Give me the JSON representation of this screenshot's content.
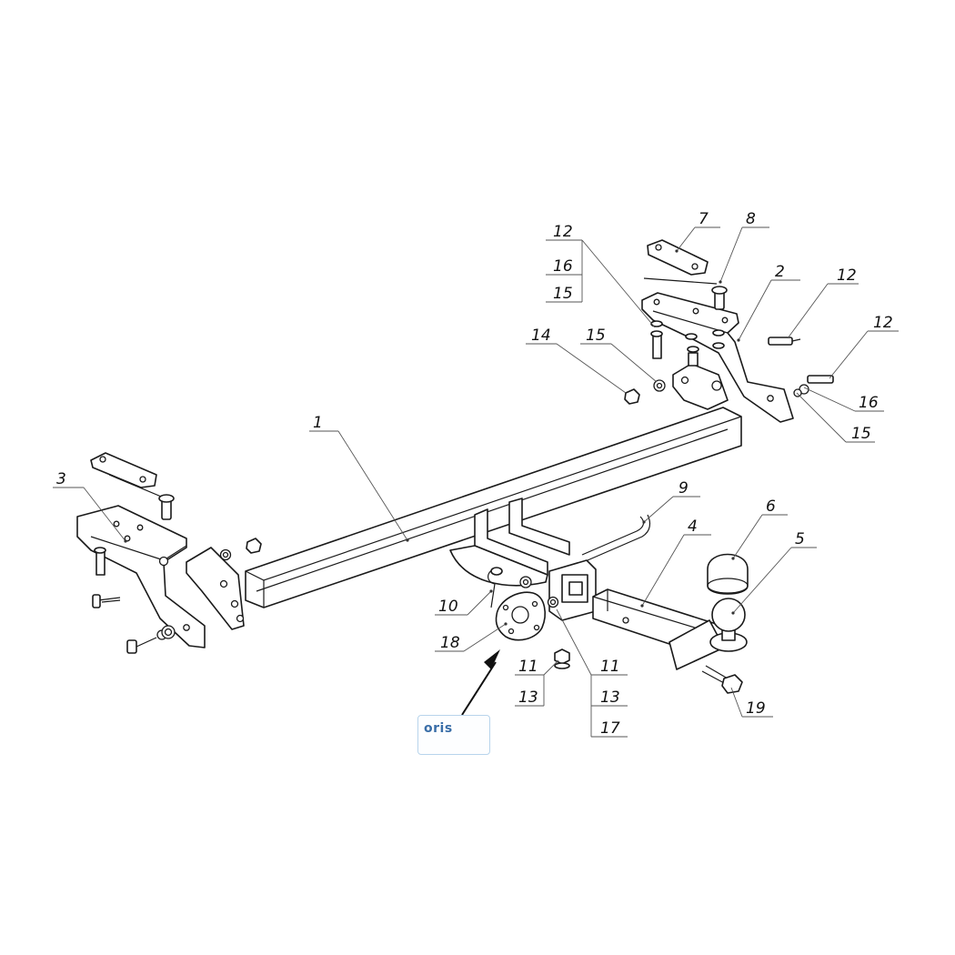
{
  "callouts": [
    {
      "id": "1",
      "text": "1"
    },
    {
      "id": "2",
      "text": "2"
    },
    {
      "id": "3",
      "text": "3"
    },
    {
      "id": "4",
      "text": "4"
    },
    {
      "id": "5",
      "text": "5"
    },
    {
      "id": "6",
      "text": "6"
    },
    {
      "id": "7",
      "text": "7"
    },
    {
      "id": "8",
      "text": "8"
    },
    {
      "id": "9",
      "text": "9"
    },
    {
      "id": "10",
      "text": "10"
    },
    {
      "id": "11a",
      "text": "11"
    },
    {
      "id": "11b",
      "text": "11"
    },
    {
      "id": "12a",
      "text": "12"
    },
    {
      "id": "12b",
      "text": "12"
    },
    {
      "id": "12c",
      "text": "12"
    },
    {
      "id": "13a",
      "text": "13"
    },
    {
      "id": "13b",
      "text": "13"
    },
    {
      "id": "14",
      "text": "14"
    },
    {
      "id": "15a",
      "text": "15"
    },
    {
      "id": "15b",
      "text": "15"
    },
    {
      "id": "15c",
      "text": "15"
    },
    {
      "id": "16a",
      "text": "16"
    },
    {
      "id": "16b",
      "text": "16"
    },
    {
      "id": "17",
      "text": "17"
    },
    {
      "id": "18",
      "text": "18"
    },
    {
      "id": "19",
      "text": "19"
    }
  ],
  "logo": {
    "text": "oris"
  },
  "colors": {
    "line": "#1a1a1a",
    "leader": "#555555",
    "logo": "#3a6ea8"
  }
}
